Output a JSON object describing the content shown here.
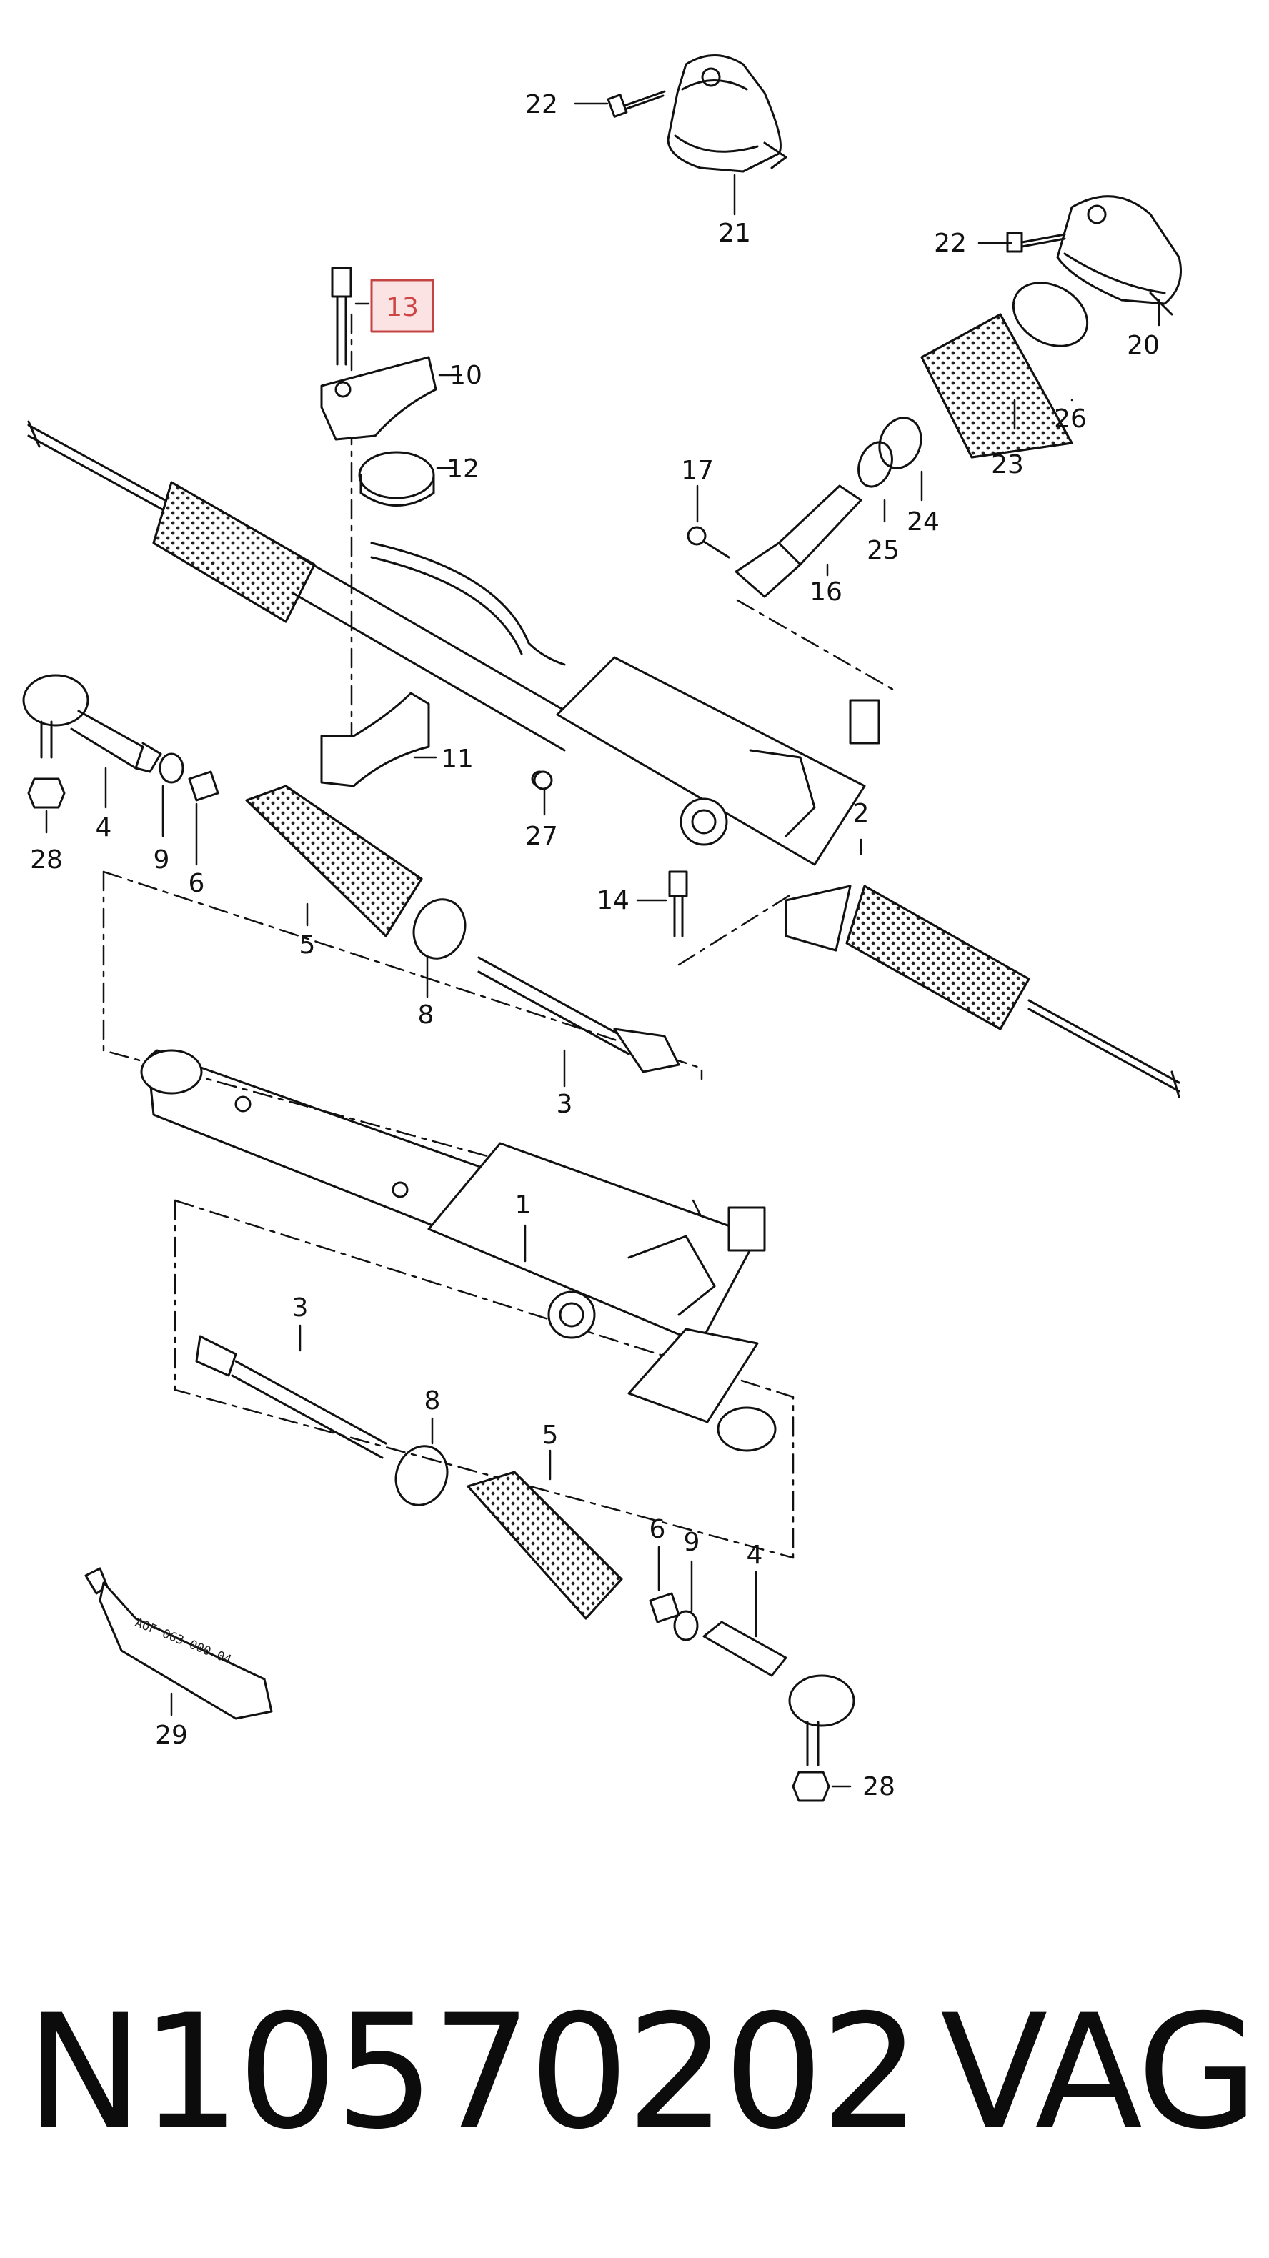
{
  "diagram": {
    "highlight_color": "#c44444",
    "highlight_fill": "#fbe3e3",
    "tube_marking": "AOF 063 000 04",
    "labels": [
      {
        "id": "22a",
        "text": "22"
      },
      {
        "id": "21",
        "text": "21"
      },
      {
        "id": "22b",
        "text": "22"
      },
      {
        "id": "20",
        "text": "20"
      },
      {
        "id": "13",
        "text": "13",
        "highlighted": true
      },
      {
        "id": "10",
        "text": "10"
      },
      {
        "id": "12",
        "text": "12"
      },
      {
        "id": "26",
        "text": "26"
      },
      {
        "id": "23",
        "text": "23"
      },
      {
        "id": "17",
        "text": "17"
      },
      {
        "id": "24",
        "text": "24"
      },
      {
        "id": "25",
        "text": "25"
      },
      {
        "id": "16",
        "text": "16"
      },
      {
        "id": "11",
        "text": "11"
      },
      {
        "id": "4a",
        "text": "4"
      },
      {
        "id": "28a",
        "text": "28"
      },
      {
        "id": "9a",
        "text": "9"
      },
      {
        "id": "6a",
        "text": "6"
      },
      {
        "id": "5a",
        "text": "5"
      },
      {
        "id": "27",
        "text": "27"
      },
      {
        "id": "2",
        "text": "2"
      },
      {
        "id": "14",
        "text": "14"
      },
      {
        "id": "8a",
        "text": "8"
      },
      {
        "id": "3a",
        "text": "3"
      },
      {
        "id": "1",
        "text": "1"
      },
      {
        "id": "3b",
        "text": "3"
      },
      {
        "id": "8b",
        "text": "8"
      },
      {
        "id": "5b",
        "text": "5"
      },
      {
        "id": "6b",
        "text": "6"
      },
      {
        "id": "9b",
        "text": "9"
      },
      {
        "id": "4b",
        "text": "4"
      },
      {
        "id": "29",
        "text": "29"
      },
      {
        "id": "28b",
        "text": "28"
      }
    ]
  },
  "caption": {
    "part_number": "N10570202",
    "brand": "VAG"
  }
}
